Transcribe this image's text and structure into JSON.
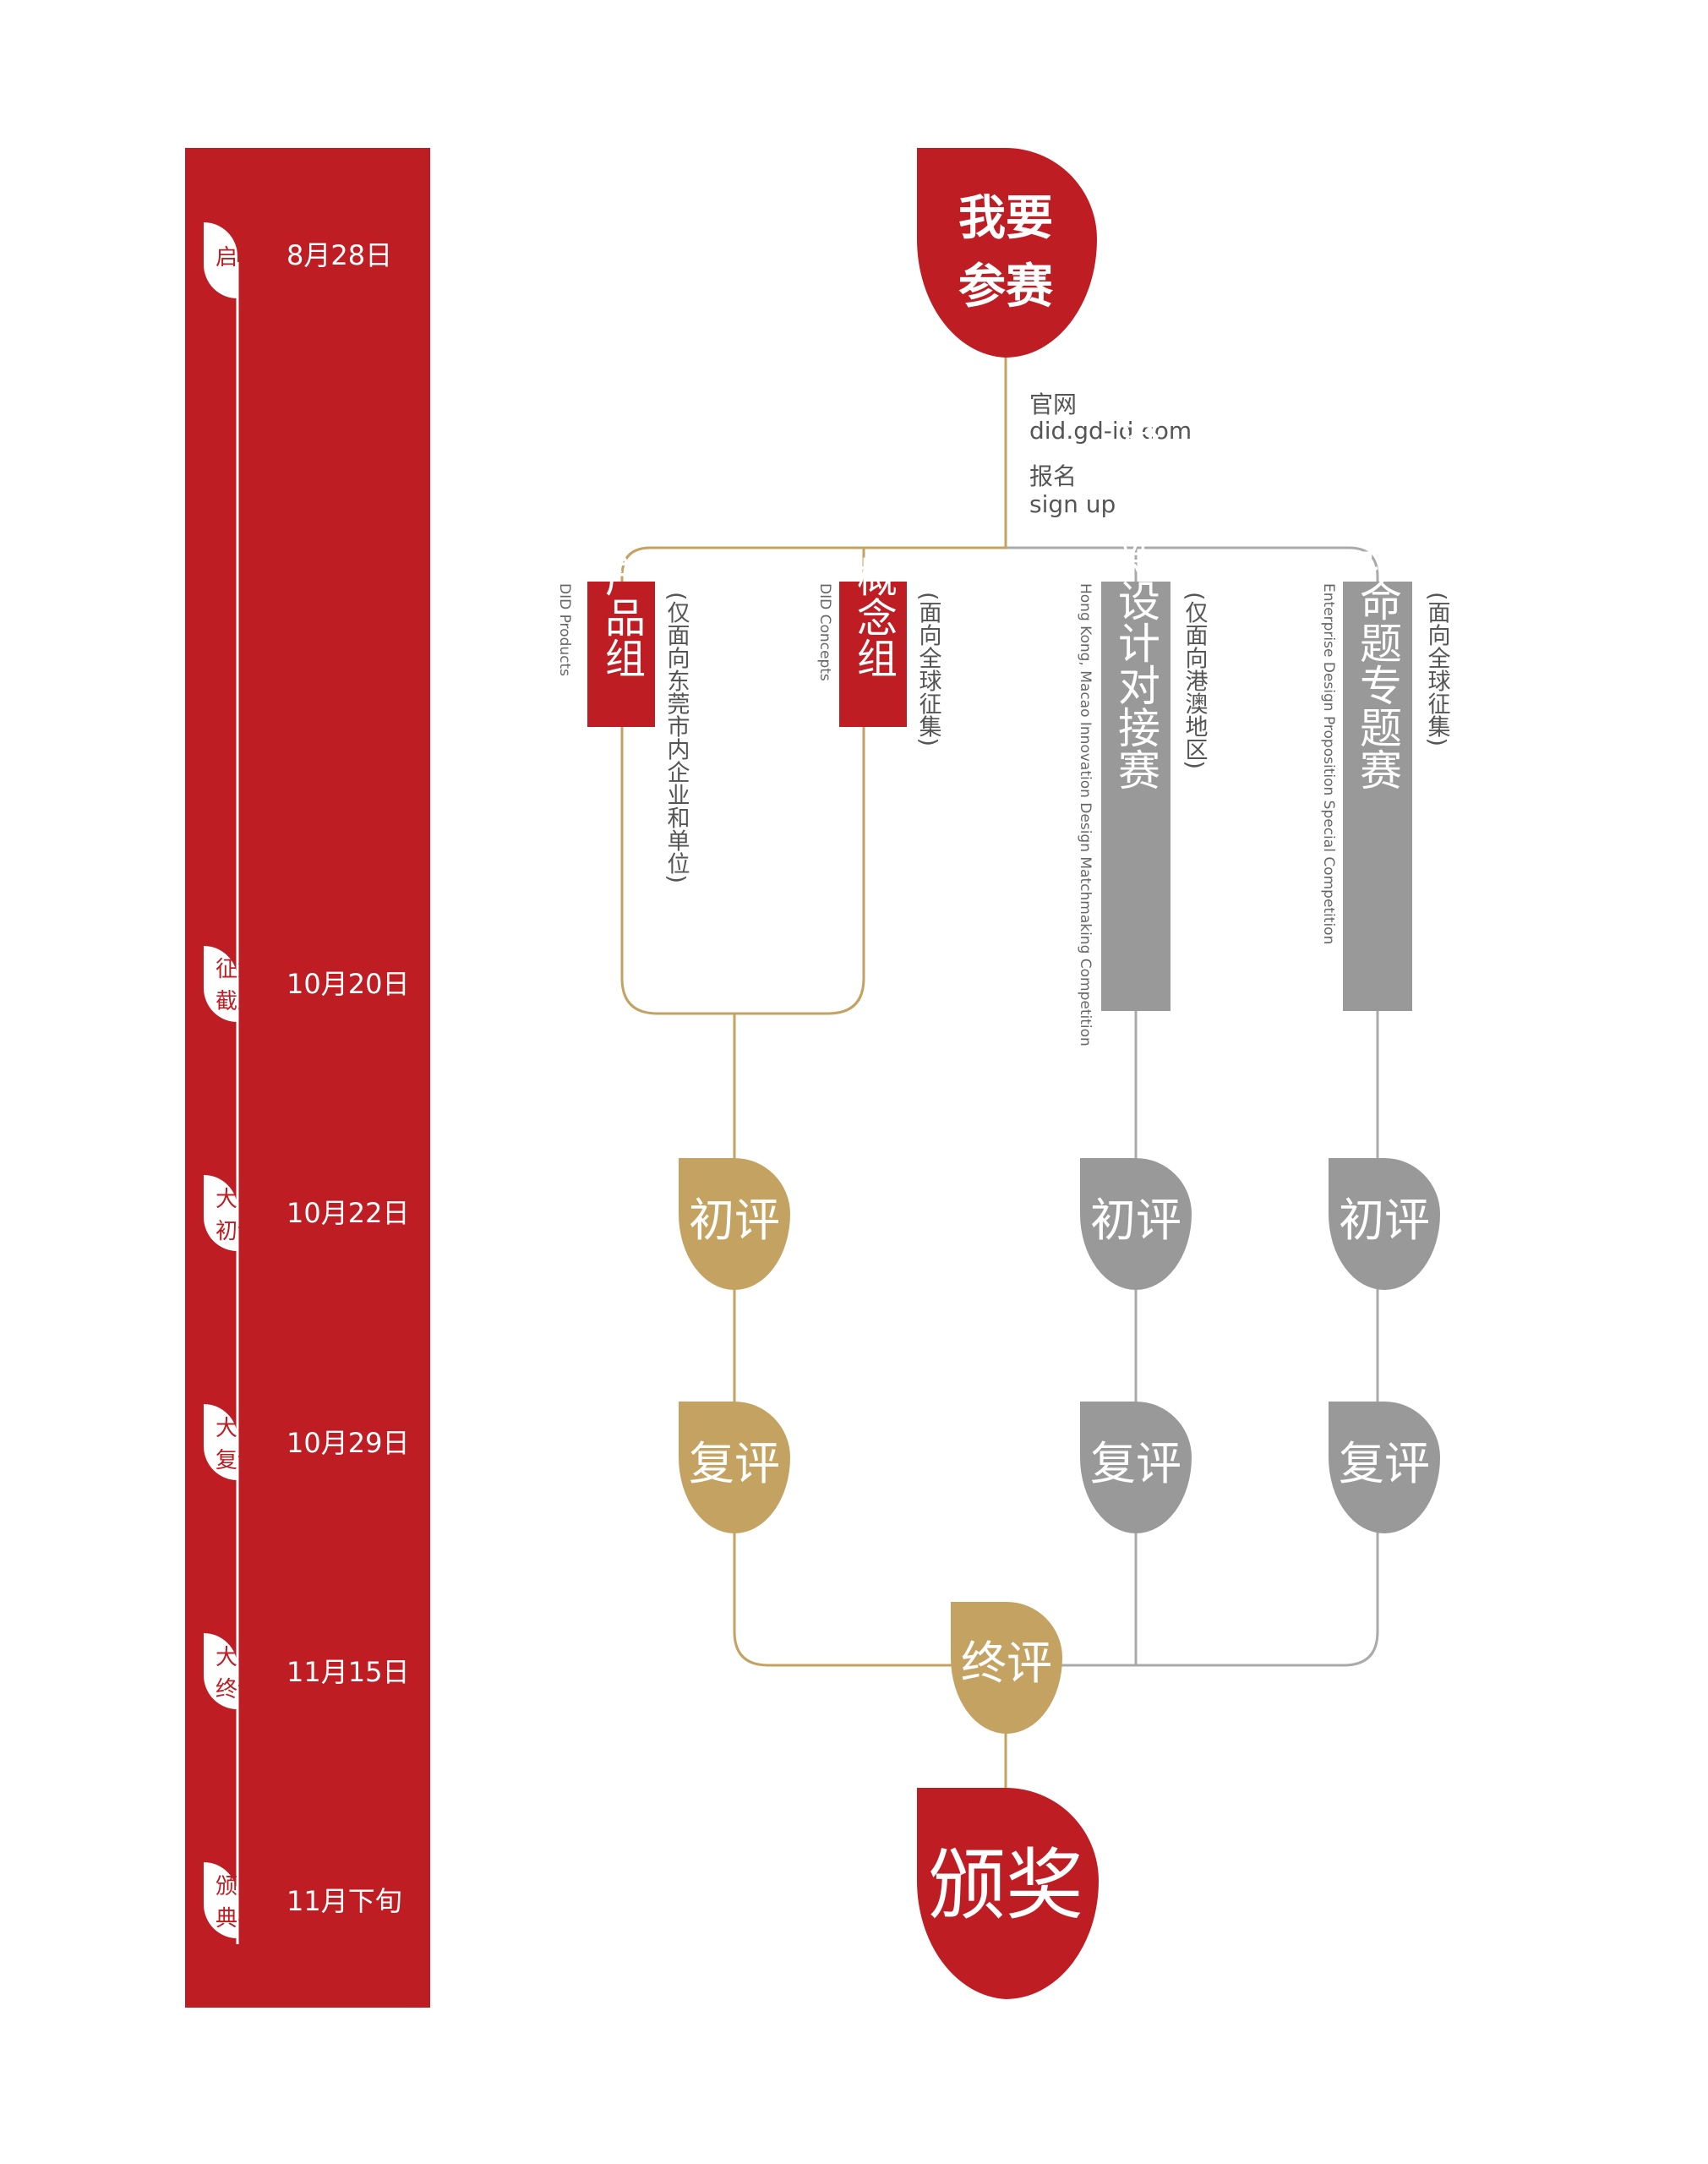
{
  "colors": {
    "red": "#be1e23",
    "gold": "#c4a262",
    "gray": "#999999",
    "line_gray": "#aaaaaa",
    "white": "#ffffff",
    "text_gray": "#555555"
  },
  "timeline": [
    {
      "stage": [
        "启动"
      ],
      "date": "8月28日"
    },
    {
      "stage": [
        "征集",
        "截止"
      ],
      "date": "10月20日"
    },
    {
      "stage": [
        "大赛",
        "初评"
      ],
      "date": "10月22日"
    },
    {
      "stage": [
        "大赛",
        "复评"
      ],
      "date": "10月29日"
    },
    {
      "stage": [
        "大赛",
        "终评"
      ],
      "date": "11月15日"
    },
    {
      "stage": [
        "颁奖",
        "典礼"
      ],
      "date": "11月下旬"
    }
  ],
  "start_node": {
    "lines": [
      "我要",
      "参赛"
    ]
  },
  "signup_info": {
    "site_label": "官网",
    "site_url": "did.gd-id.com",
    "signup_label": "报名",
    "signup_en": "sign up"
  },
  "groups": [
    {
      "id": "product",
      "title": "产品组",
      "note": "(仅面向东莞市内企业和单位)",
      "english": "DID Products",
      "color": "red"
    },
    {
      "id": "concept",
      "title": "概念组",
      "note": "(面向全球征集)",
      "english": "DID Concepts",
      "color": "red"
    },
    {
      "id": "hkmacao",
      "title": "港澳创新设计对接赛",
      "note": "(仅面向港澳地区)",
      "english": "Hong Kong, Macao Innovation Design Matchmaking Competition",
      "color": "gray"
    },
    {
      "id": "enterprise",
      "title": "企业设计命题专题赛",
      "note": "(面向全球征集)",
      "english": "Enterprise Design Proposition Special Competition",
      "color": "gray"
    }
  ],
  "review_nodes": {
    "first_round": "初评",
    "second_round": "复评",
    "final_round": "终评"
  },
  "end_node": {
    "label": "颁奖"
  }
}
